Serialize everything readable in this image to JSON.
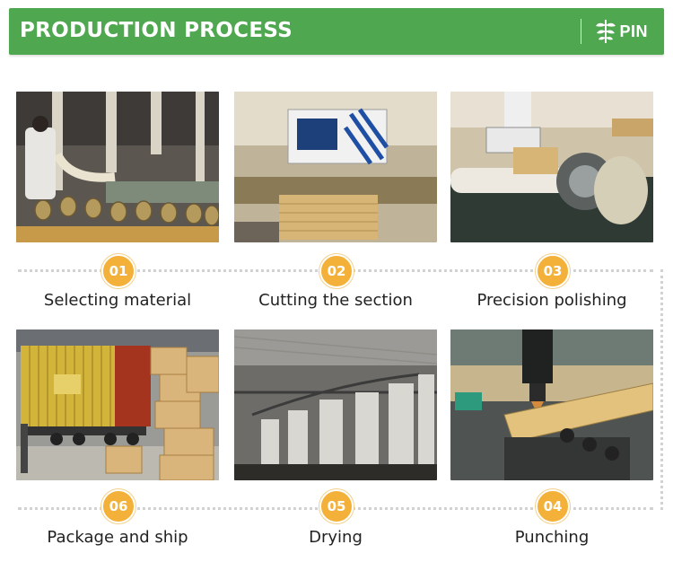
{
  "header": {
    "title": "PRODUCTION PROCESS",
    "brand": "PIN"
  },
  "steps": [
    {
      "number": "01",
      "label": "Selecting material"
    },
    {
      "number": "02",
      "label": "Cutting the section"
    },
    {
      "number": "03",
      "label": "Precision polishing"
    },
    {
      "number": "06",
      "label": "Package and ship"
    },
    {
      "number": "05",
      "label": "Drying"
    },
    {
      "number": "04",
      "label": "Punching"
    }
  ],
  "colors": {
    "header_green": "#4fa74f",
    "badge_orange": "#f3b13a"
  }
}
